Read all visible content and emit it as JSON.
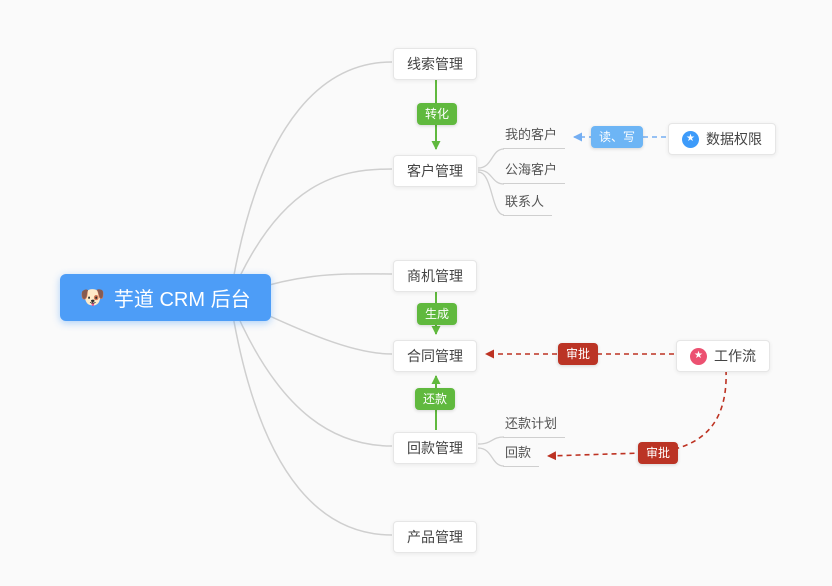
{
  "colors": {
    "background": "#fafafa",
    "root_bg": "#4d9df7",
    "green_badge": "#60b93e",
    "blue_badge": "#6db5f5",
    "red_badge": "#bb3425",
    "gray_link": "#cfcfcf",
    "green_arrow": "#60b93e",
    "blue_arrow": "#74aef2",
    "red_arrow": "#bd3222",
    "icon_blue": "#3d9bfa",
    "icon_pink": "#ec5171"
  },
  "root": {
    "emoji": "🐶",
    "label": "芋道 CRM 后台"
  },
  "nodes": {
    "leads": {
      "label": "线索管理"
    },
    "customer": {
      "label": "客户管理"
    },
    "business": {
      "label": "商机管理"
    },
    "contract": {
      "label": "合同管理"
    },
    "receivable": {
      "label": "回款管理"
    },
    "product": {
      "label": "产品管理"
    },
    "data_permission": {
      "label": "数据权限",
      "icon": "star-icon"
    },
    "workflow": {
      "label": "工作流",
      "icon": "star-icon"
    }
  },
  "badges": {
    "convert": {
      "label": "转化"
    },
    "generate": {
      "label": "生成"
    },
    "repay": {
      "label": "还款"
    },
    "read_write": {
      "label": "读、写"
    },
    "approve_contract": {
      "label": "审批"
    },
    "approve_receivable": {
      "label": "审批"
    }
  },
  "leaves": {
    "my_customer": "我的客户",
    "public_customer": "公海客户",
    "contact": "联系人",
    "repayment_plan": "还款计划",
    "receivable_record": "回款"
  },
  "icons": {
    "star_glyph": "★"
  }
}
